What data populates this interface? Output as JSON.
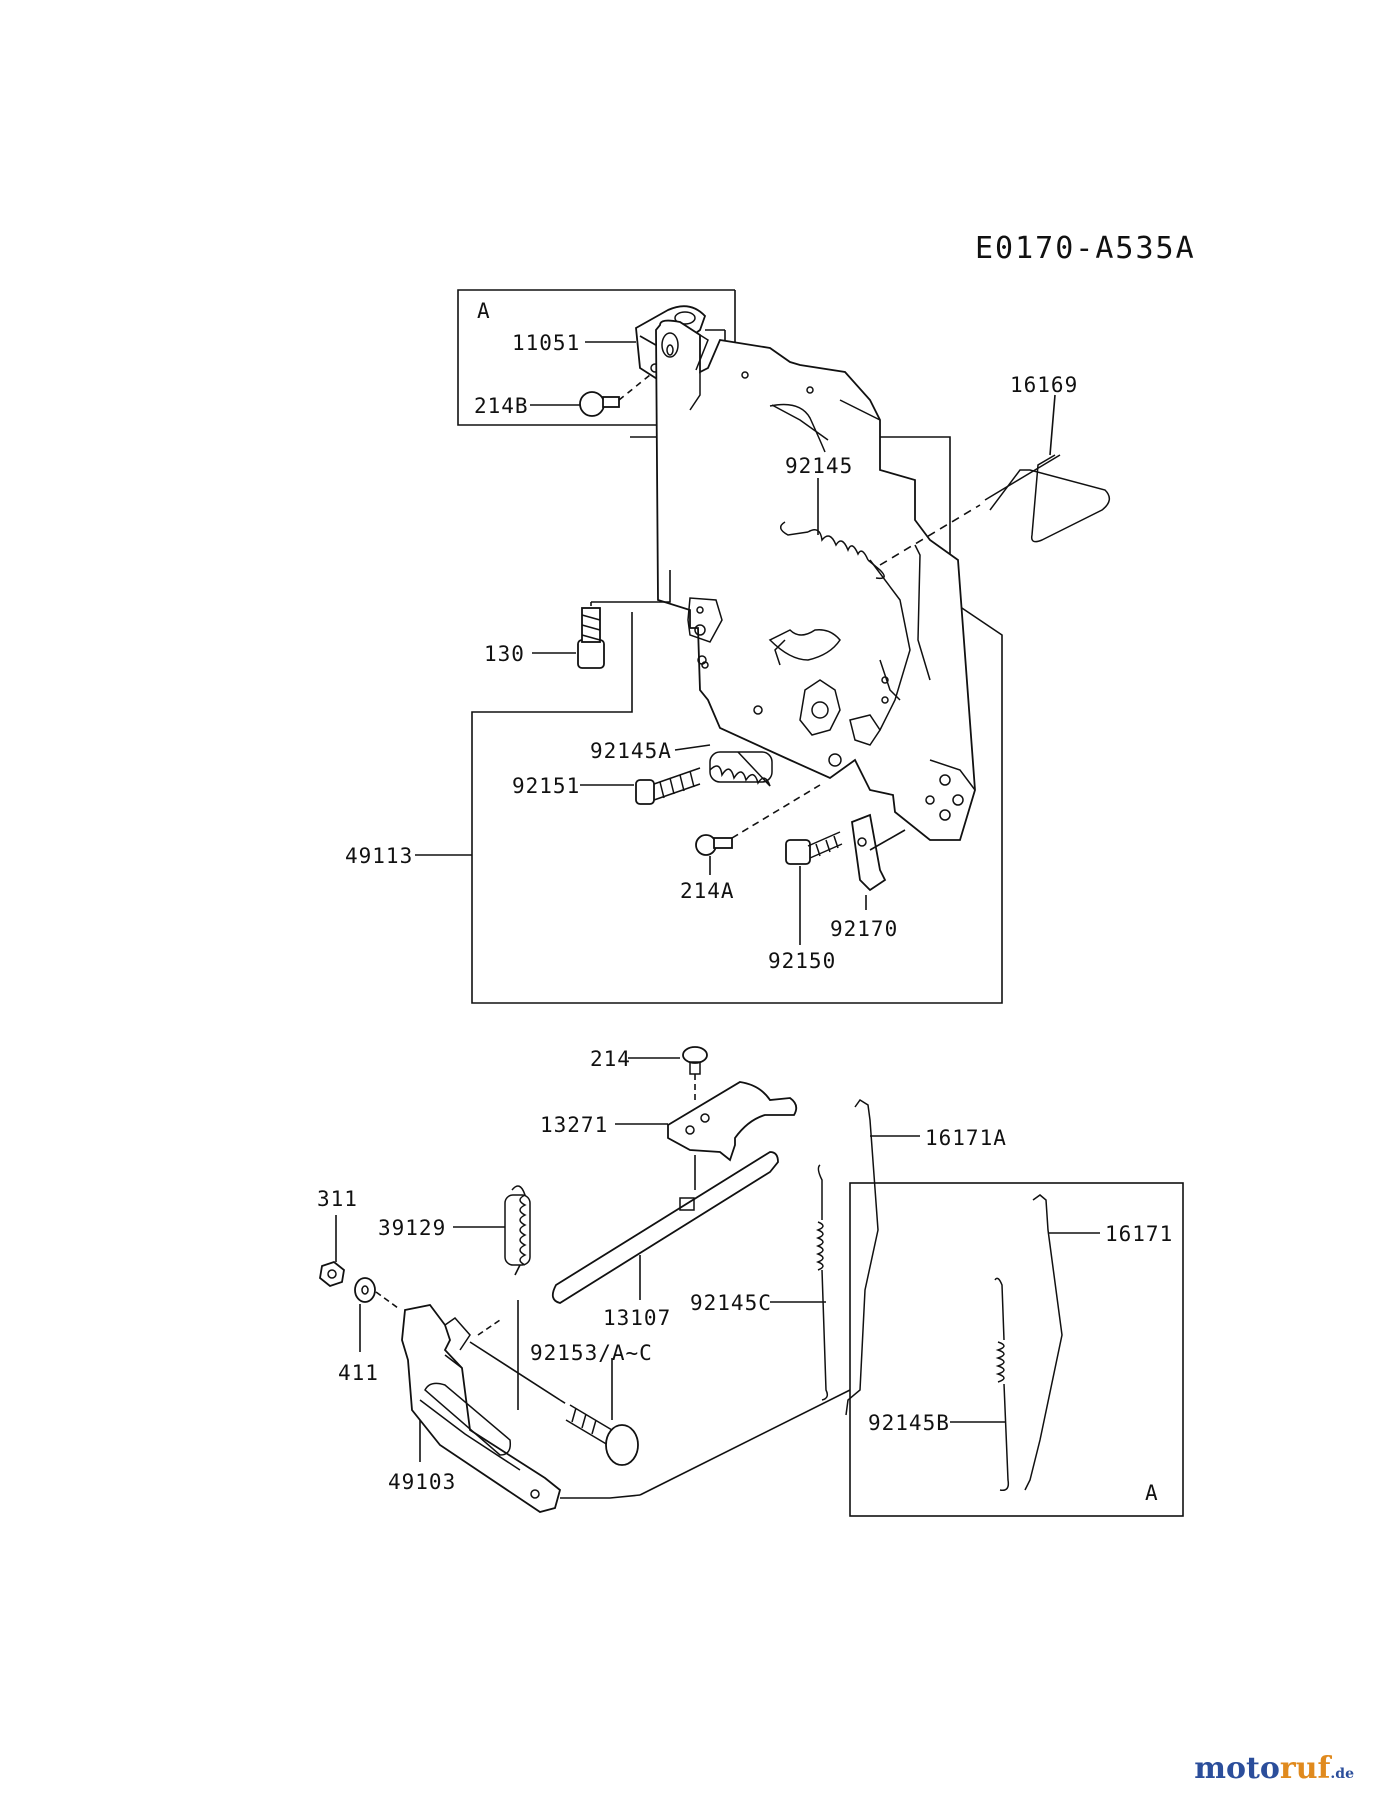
{
  "diagram": {
    "code": "E0170-A535A",
    "box_a_label": "A",
    "box_a2_label": "A",
    "parts": {
      "p11051": "11051",
      "p214B": "214B",
      "p16169": "16169",
      "p92145": "92145",
      "p130": "130",
      "p92145A": "92145A",
      "p92151": "92151",
      "p49113": "49113",
      "p214A": "214A",
      "p92170": "92170",
      "p92150": "92150",
      "p214": "214",
      "p13271": "13271",
      "p16171A": "16171A",
      "p311": "311",
      "p39129": "39129",
      "p16171": "16171",
      "p13107": "13107",
      "p92145C": "92145C",
      "p411": "411",
      "p92153": "92153/A~C",
      "p92145B": "92145B",
      "p49103": "49103"
    }
  },
  "watermark": {
    "part1": "moto",
    "part2": "ruf",
    "part3": ".de"
  }
}
